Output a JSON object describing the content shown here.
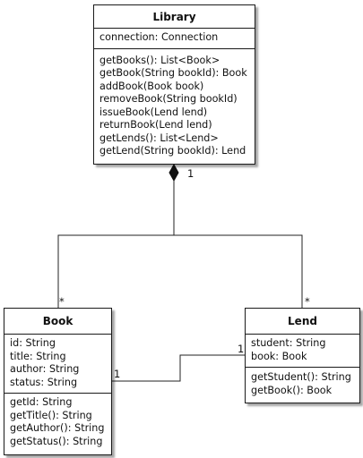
{
  "classes": {
    "library": {
      "name": "Library",
      "attributes": [
        "connection: Connection"
      ],
      "methods": [
        "getBooks(): List<Book>",
        "getBook(String bookId): Book",
        "addBook(Book book)",
        "removeBook(String bookId)",
        "issueBook(Lend lend)",
        "returnBook(Lend lend)",
        "getLends(): List<Lend>",
        "getLend(String bookId): Lend"
      ]
    },
    "book": {
      "name": "Book",
      "attributes": [
        "id: String",
        "title: String",
        "author: String",
        "status: String"
      ],
      "methods": [
        "getId: String",
        "getTitle(): String",
        "getAuthor(): String",
        "getStatus(): String"
      ]
    },
    "lend": {
      "name": "Lend",
      "attributes": [
        "student: String",
        "book: Book"
      ],
      "methods": [
        "getStudent(): String",
        "getBook(): Book"
      ]
    }
  },
  "relations": {
    "composition": {
      "type": "composition",
      "library_multiplicity": "1",
      "book_multiplicity": "*",
      "lend_multiplicity": "*"
    },
    "association": {
      "type": "association",
      "book_multiplicity": "1",
      "lend_multiplicity": "1"
    }
  }
}
